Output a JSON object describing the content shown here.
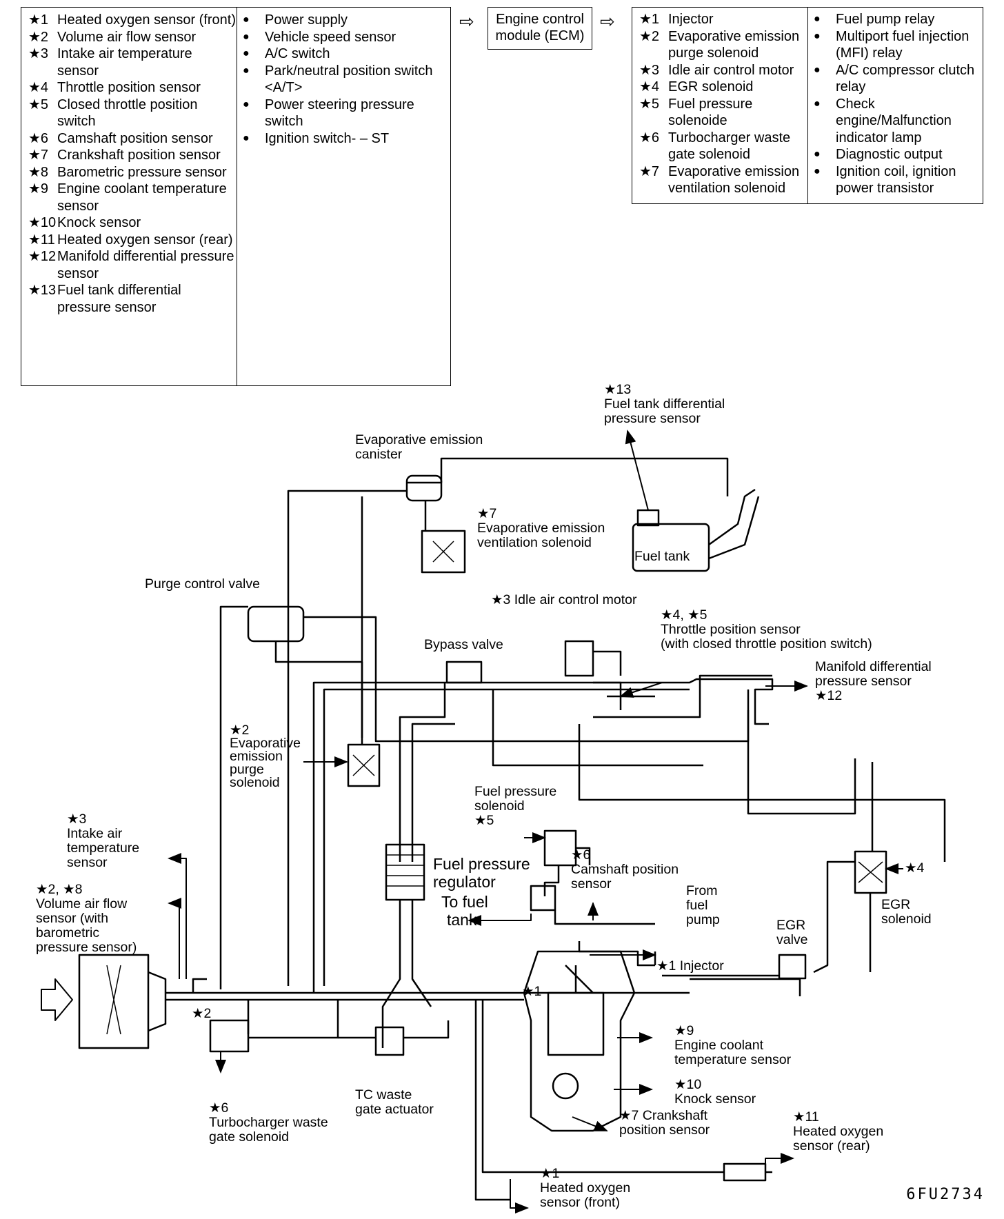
{
  "inputs_table": {
    "col1": [
      {
        "mark": "★1",
        "text": "Heated oxygen sensor (front)"
      },
      {
        "mark": "★2",
        "text": "Volume air flow sensor"
      },
      {
        "mark": "★3",
        "text": "Intake air temperature sensor"
      },
      {
        "mark": "★4",
        "text": "Throttle position sensor"
      },
      {
        "mark": "★5",
        "text": "Closed throttle position switch"
      },
      {
        "mark": "★6",
        "text": "Camshaft position sensor"
      },
      {
        "mark": "★7",
        "text": "Crankshaft position sensor"
      },
      {
        "mark": "★8",
        "text": "Barometric pressure sensor"
      },
      {
        "mark": "★9",
        "text": "Engine coolant temperature sensor"
      },
      {
        "mark": "★10",
        "text": "Knock sensor"
      },
      {
        "mark": "★11",
        "text": "Heated oxygen sensor (rear)"
      },
      {
        "mark": "★12",
        "text": "Manifold differential pressure sensor"
      },
      {
        "mark": "★13",
        "text": "Fuel tank differential pressure sensor"
      }
    ],
    "col2": [
      {
        "mark": "●",
        "text": "Power supply"
      },
      {
        "mark": "●",
        "text": "Vehicle speed sensor"
      },
      {
        "mark": "●",
        "text": "A/C switch"
      },
      {
        "mark": "●",
        "text": "Park/neutral position switch <A/T>"
      },
      {
        "mark": "●",
        "text": "Power steering pressure switch"
      },
      {
        "mark": "●",
        "text": "Ignition switch- – ST"
      }
    ]
  },
  "ecm_box": {
    "line1": "Engine control",
    "line2": "module (ECM)"
  },
  "arrow_glyph": "⇨",
  "outputs_table": {
    "col1": [
      {
        "mark": "★1",
        "text": "Injector"
      },
      {
        "mark": "★2",
        "text": "Evaporative emission purge solenoid"
      },
      {
        "mark": "★3",
        "text": "Idle air control motor"
      },
      {
        "mark": "★4",
        "text": "EGR solenoid"
      },
      {
        "mark": "★5",
        "text": "Fuel pressure solenoide"
      },
      {
        "mark": "★6",
        "text": "Turbocharger waste gate solenoid"
      },
      {
        "mark": "★7",
        "text": "Evaporative emission ventilation solenoid"
      }
    ],
    "col2": [
      {
        "mark": "●",
        "text": "Fuel pump relay"
      },
      {
        "mark": "●",
        "text": "Multiport fuel injection (MFI) relay"
      },
      {
        "mark": "●",
        "text": "A/C compressor clutch relay"
      },
      {
        "mark": "●",
        "text": "Check engine/Malfunction indicator lamp"
      },
      {
        "mark": "●",
        "text": "Diagnostic output"
      },
      {
        "mark": "●",
        "text": "Ignition coil, ignition power transistor"
      }
    ]
  },
  "labels": {
    "fuel_tank_sensor": [
      "★13",
      "Fuel tank differential",
      "pressure sensor"
    ],
    "canister": [
      "Evaporative emission",
      "canister"
    ],
    "vent_solenoid": [
      "★7",
      "Evaporative emission",
      "ventilation solenoid"
    ],
    "fuel_tank": "Fuel tank",
    "purge_valve": "Purge control valve",
    "iac_motor": "★3 Idle air control motor",
    "tps": [
      "★4, ★5",
      "Throttle position sensor",
      "(with closed throttle position switch)"
    ],
    "bypass_valve": "Bypass valve",
    "mdp_sensor": [
      "Manifold differential",
      "pressure sensor",
      "★12"
    ],
    "purge_solenoid": [
      "★2",
      "Evaporative",
      "emission",
      "purge",
      "solenoid"
    ],
    "fp_solenoid": [
      "Fuel pressure",
      "solenoid",
      "★5"
    ],
    "iat_sensor": [
      "★3",
      "Intake air",
      "temperature",
      "sensor"
    ],
    "fp_regulator": [
      "Fuel pressure",
      "regulator"
    ],
    "to_fuel_tank": [
      "To fuel",
      "tank"
    ],
    "cam_sensor": [
      "★6",
      "Camshaft position",
      "sensor"
    ],
    "from_pump": [
      "From",
      "fuel",
      "pump"
    ],
    "egr_valve": [
      "EGR",
      "valve"
    ],
    "egr_solenoid": [
      "EGR",
      "solenoid"
    ],
    "egr_mark": "★4",
    "vaf_sensor": [
      "★2, ★8",
      "Volume air flow",
      "sensor (with",
      "barometric",
      "pressure sensor)"
    ],
    "injector": "★1 Injector",
    "star1_small": "★1",
    "star2_small": "★2",
    "ect_sensor": [
      "★9",
      "Engine coolant",
      "temperature sensor"
    ],
    "knock_sensor": [
      "★10",
      "Knock sensor"
    ],
    "wastegate_solenoid": [
      "★6",
      "Turbocharger waste",
      "gate solenoid"
    ],
    "wastegate_actuator": [
      "TC waste",
      "gate actuator"
    ],
    "crank_sensor": [
      "★7 Crankshaft",
      "position sensor"
    ],
    "ho2s_rear": [
      "★11",
      "Heated oxygen",
      "sensor (rear)"
    ],
    "ho2s_front": [
      "★1",
      "Heated oxygen",
      "sensor (front)"
    ]
  },
  "figure_code": "6FU2734"
}
